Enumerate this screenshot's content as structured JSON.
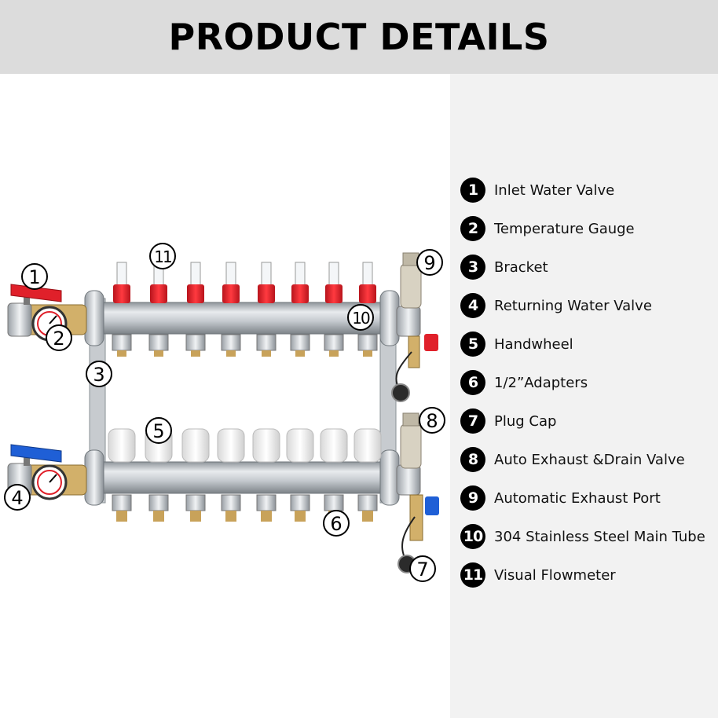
{
  "header": {
    "title": "PRODUCT DETAILS"
  },
  "legend": [
    {
      "num": "1",
      "label": "Inlet Water Valve"
    },
    {
      "num": "2",
      "label": "Temperature Gauge"
    },
    {
      "num": "3",
      "label": "Bracket"
    },
    {
      "num": "4",
      "label": "Returning Water Valve"
    },
    {
      "num": "5",
      "label": "Handwheel"
    },
    {
      "num": "6",
      "label": "1/2”Adapters"
    },
    {
      "num": "7",
      "label": "Plug Cap"
    },
    {
      "num": "8",
      "label": "Auto Exhaust &Drain Valve"
    },
    {
      "num": "9",
      "label": "Automatic Exhaust Port"
    },
    {
      "num": "10",
      "label": "304 Stainless Steel Main Tube"
    },
    {
      "num": "11",
      "label": "Visual Flowmeter"
    }
  ],
  "callouts": [
    "1",
    "2",
    "3",
    "4",
    "5",
    "6",
    "7",
    "8",
    "9",
    "10",
    "11"
  ],
  "colors": {
    "header_bg": "#dcdcdc",
    "panel_bg": "#f2f2f2",
    "valve_red": "#e0202a",
    "valve_blue": "#1f5fd6",
    "steel": "#c9cdd1",
    "brass": "#c8a25a"
  }
}
